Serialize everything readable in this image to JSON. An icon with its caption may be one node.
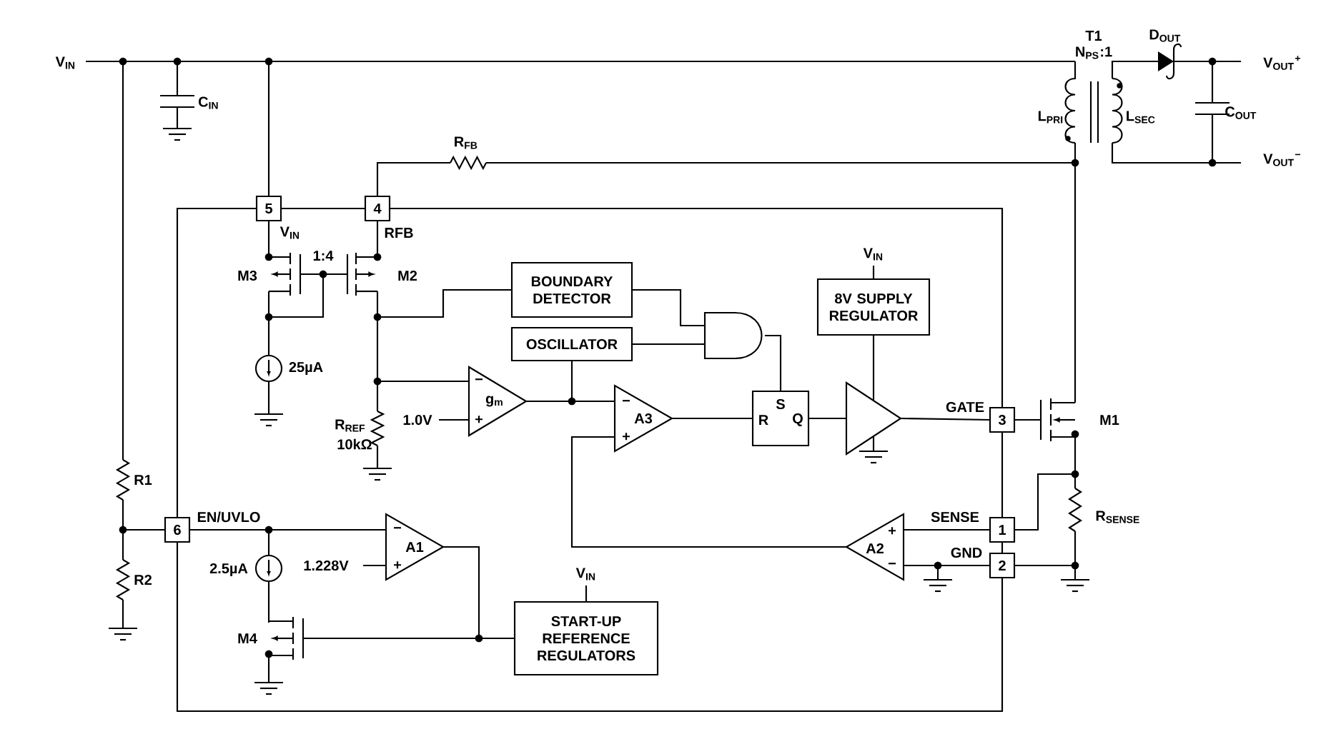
{
  "diagram": {
    "nodes": [
      {
        "text": [],
        "shape": "box"
      },
      {
        "text": [
          "5"
        ],
        "beside": [
          "V$_{IN}$"
        ]
      },
      {
        "text": [
          "4"
        ],
        "beside": [
          "RFB"
        ]
      },
      {
        "text": [
          "BOUNDARY DETECTOR"
        ],
        "in": 0
      },
      {
        "text": [
          "8V SUPPLY REGULATOR"
        ],
        "in": 0
      },
      {
        "text": [
          "OSCILLATOR"
        ],
        "in": 0
      },
      {
        "text": [],
        "shape": "gate",
        "in": 0
      },
      {
        "text": [
          "−",
          "g$_{m}$",
          "+"
        ],
        "in": 0
      },
      {
        "text": [
          "−",
          "A3",
          "+"
        ],
        "in": 0
      },
      {
        "text": [
          "S",
          "R",
          "Q"
        ],
        "in": 0
      },
      {
        "text": [],
        "shape": "triangle",
        "in": 0
      },
      {
        "text": [
          "3"
        ],
        "beside": [
          "GATE"
        ]
      },
      {
        "text": [
          "6"
        ],
        "beside": [
          "EN/UVLO"
        ]
      },
      {
        "text": [
          "−",
          "A1",
          "+"
        ],
        "in": 0
      },
      {
        "text": [
          "1"
        ],
        "beside": [
          "SENSE"
        ]
      },
      {
        "text": [
          "+",
          "A2",
          "−"
        ],
        "in": 0
      },
      {
        "text": [
          "2"
        ],
        "beside": [
          "GND"
        ]
      },
      {
        "text": [
          "START-UP REFERENCE REGULATORS"
        ],
        "in": 0
      }
    ],
    "edges": [
      {
        "from": 3,
        "to": 6,
        "arrow": "none"
      },
      {
        "from": 5,
        "to": 6,
        "arrow": "none"
      },
      {
        "from": 5,
        "to": 8,
        "arrow": "none"
      },
      {
        "from": 7,
        "to": 8,
        "arrow": "none"
      },
      {
        "from": 6,
        "to": 9,
        "arrow": "none"
      },
      {
        "from": 8,
        "to": 9,
        "arrow": "none"
      },
      {
        "from": 9,
        "to": 10,
        "arrow": "none"
      },
      {
        "from": 4,
        "to": 10,
        "arrow": "none"
      },
      {
        "from": 10,
        "to": 11,
        "arrow": "none"
      },
      {
        "from": 14,
        "to": 15,
        "arrow": "none"
      },
      {
        "from": 16,
        "to": 15,
        "arrow": "none"
      },
      {
        "from": 15,
        "to": 8,
        "arrow": "none"
      },
      {
        "from": 12,
        "to": 13,
        "arrow": "none"
      },
      {
        "from": 13,
        "to": 17,
        "arrow": "none"
      }
    ],
    "labels": [
      "V$_{IN}$",
      "C$_{IN}$",
      "R$_{FB}$",
      "T1",
      "N$_{PS}$:1",
      "D$_{OUT}$",
      "L$_{PRI}$",
      "L$_{SEC}$",
      "C$_{OUT}$",
      "V$_{OUT}$$^{+}$",
      "V$_{OUT}$$^{−}$",
      "1:4",
      "M3",
      "M2",
      "25µA",
      "V$_{IN}$",
      "1.0V",
      "R$_{REF}$",
      "10kΩ",
      "M1",
      "R1",
      "R2",
      "R$_{SENSE}$",
      "2.5µA",
      "1.228V",
      "V$_{IN}$",
      "M4"
    ]
  }
}
